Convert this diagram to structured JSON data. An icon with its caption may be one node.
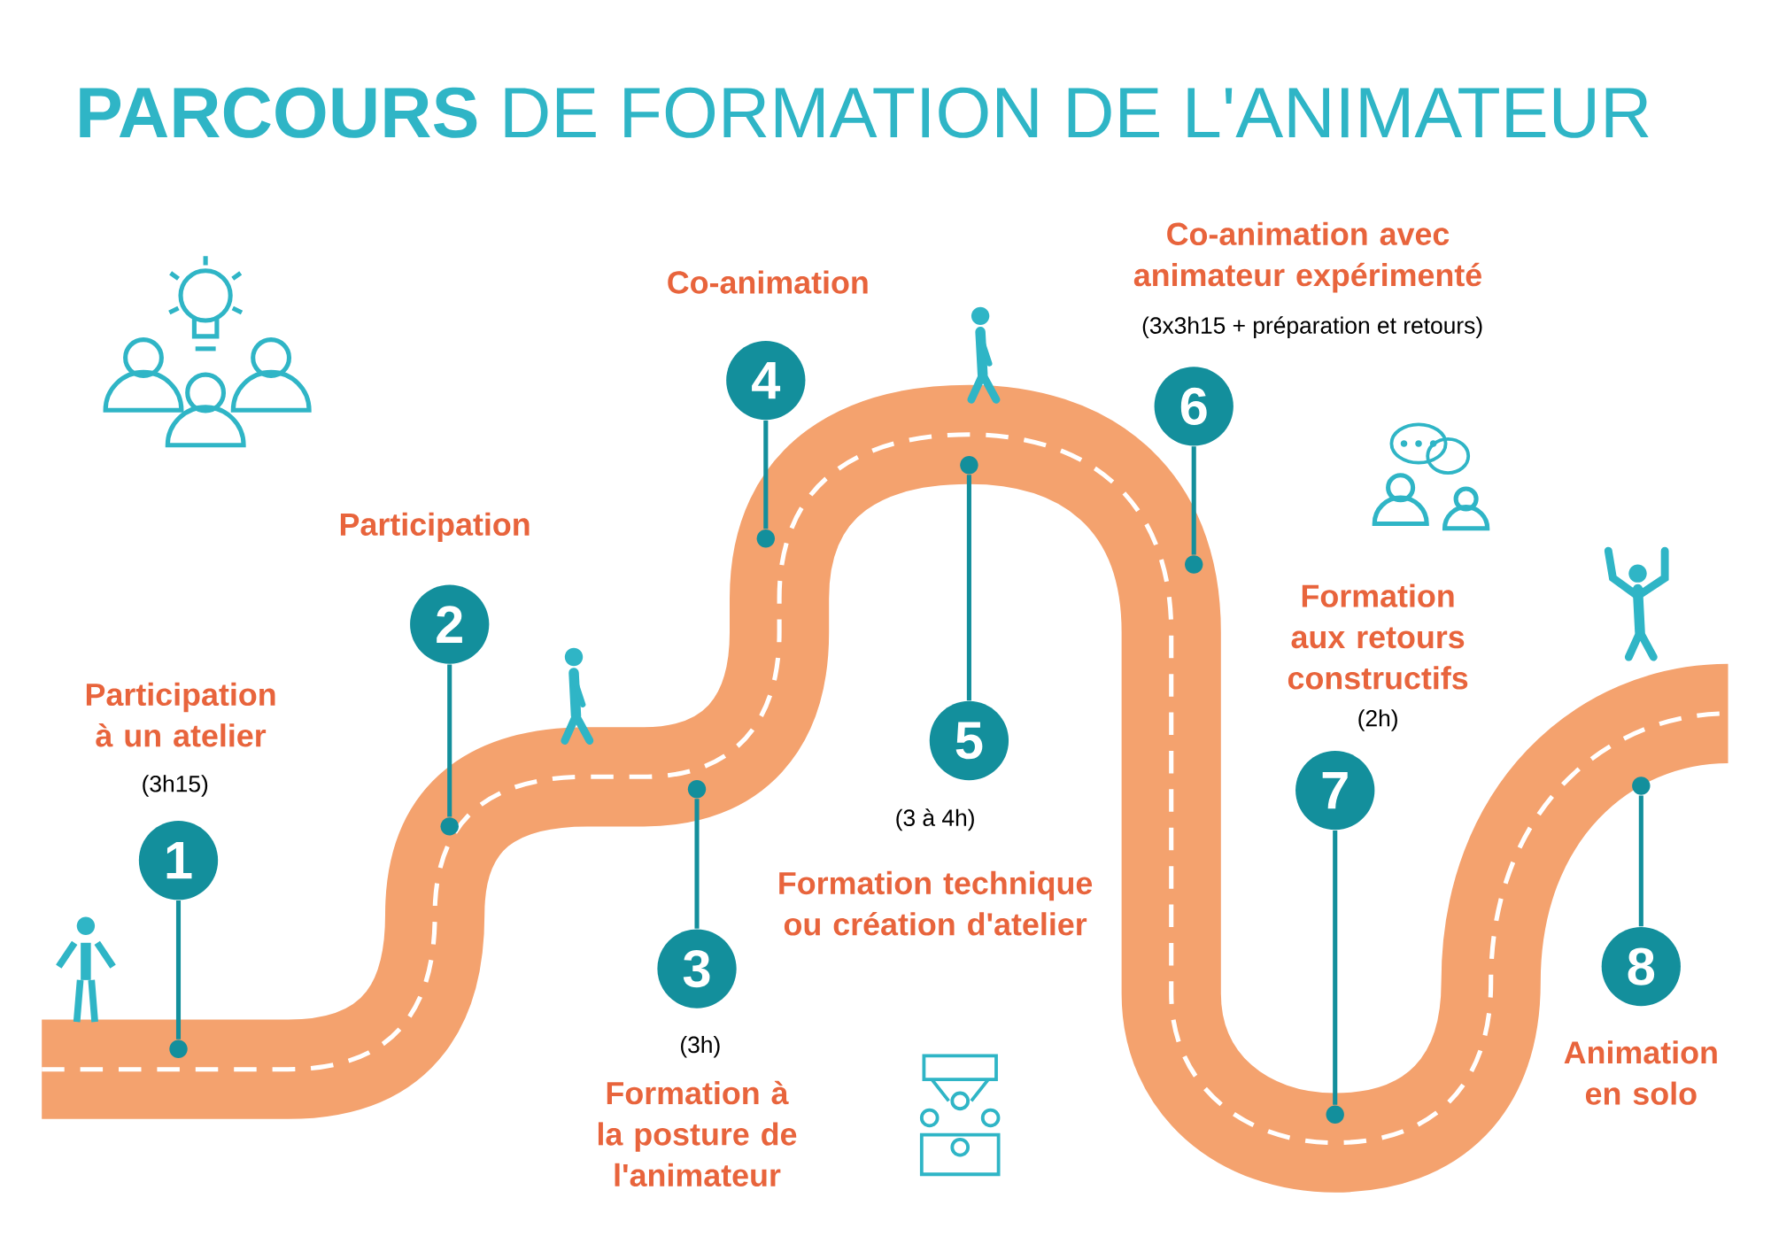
{
  "diagram": {
    "title": "**PARCOURS** DE FORMATION DE L'ANIMATEUR",
    "nodes": [
      {
        "text": [
          "Participation à un atelier",
          "1"
        ],
        "beside": [
          "(3h15)"
        ]
      },
      {
        "text": [
          "Participation",
          "2"
        ]
      },
      {
        "text": [
          "3",
          "Formation à la posture de l'animateur"
        ],
        "beside": [
          "(3h)"
        ]
      },
      {
        "text": [
          "Co-animation",
          "4"
        ]
      },
      {
        "text": [
          "5",
          "Formation technique ou création d'atelier"
        ],
        "beside": [
          "(3 à 4h)"
        ]
      },
      {
        "text": [
          "Co-animation avec animateur expérimenté",
          "6"
        ],
        "beside": [
          "(3x3h15 + préparation et retours)"
        ]
      },
      {
        "text": [
          "Formation aux retours constructifs",
          "7"
        ],
        "beside": [
          "(2h)"
        ]
      },
      {
        "text": [
          "8",
          "Animation en solo"
        ]
      },
      {
        "text": [],
        "shape": "circle"
      },
      {
        "text": [],
        "shape": "circle"
      },
      {
        "text": [],
        "shape": "circle"
      },
      {
        "text": [],
        "shape": "circle"
      },
      {
        "text": [],
        "shape": "circle"
      },
      {
        "text": [],
        "shape": "circle"
      },
      {
        "text": [],
        "shape": "circle"
      },
      {
        "text": [],
        "shape": "circle"
      }
    ],
    "edges": [
      {
        "from": 0,
        "to": 8,
        "arrow": "none"
      },
      {
        "from": 1,
        "to": 9,
        "arrow": "none"
      },
      {
        "from": 2,
        "to": 10,
        "arrow": "none"
      },
      {
        "from": 3,
        "to": 11,
        "arrow": "none"
      },
      {
        "from": 4,
        "to": 12,
        "arrow": "none"
      },
      {
        "from": 5,
        "to": 13,
        "arrow": "none"
      },
      {
        "from": 6,
        "to": 14,
        "arrow": "none"
      },
      {
        "from": 7,
        "to": 15,
        "arrow": "none"
      }
    ]
  }
}
